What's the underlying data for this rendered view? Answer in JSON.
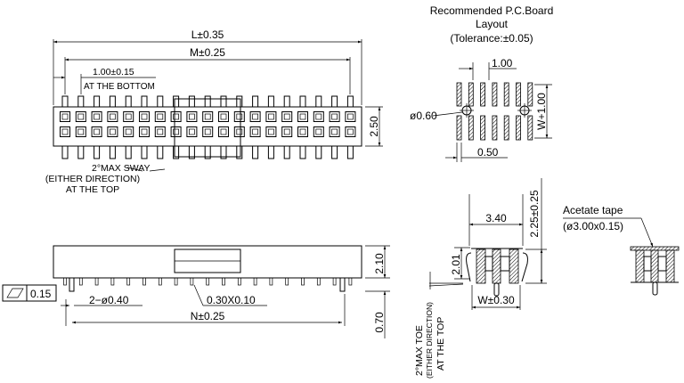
{
  "pcb_layout": {
    "title_line1": "Recommended P.C.Board",
    "title_line2": "Layout",
    "title_line3": "(Tolerance:±0.05)",
    "pitch": "1.00",
    "hole": "ø0.60",
    "pad_width": "0.50",
    "row_spacing": "W+1.00"
  },
  "top_view": {
    "overall_length": "L±0.35",
    "pin_span": "M±0.25",
    "offset": "1.00±0.15",
    "offset_note": "AT THE BOTTOM",
    "height": "2.50",
    "sway_line1": "2°MAX  SWAY",
    "sway_line2": "(EITHER  DIRECTION)",
    "sway_line3": "AT THE TOP"
  },
  "side_view": {
    "height": "2.10",
    "pin_length": "0.70",
    "flatness_value": "0.15",
    "peg": "2−ø0.40",
    "pin_size": "0.30X0.10",
    "peg_span": "N±0.25"
  },
  "end_view": {
    "width_top": "3.40",
    "overall_height": "2.25±0.25",
    "body_height": "2.01",
    "row_width": "W±0.30",
    "toe_line1": "2°MAX  TOE",
    "toe_line2": "(EITHER DIRECTION)",
    "toe_line3": "AT THE TOP"
  },
  "tape_view": {
    "label": "Acetate  tape",
    "size": "(ø3.00x0.15)"
  }
}
